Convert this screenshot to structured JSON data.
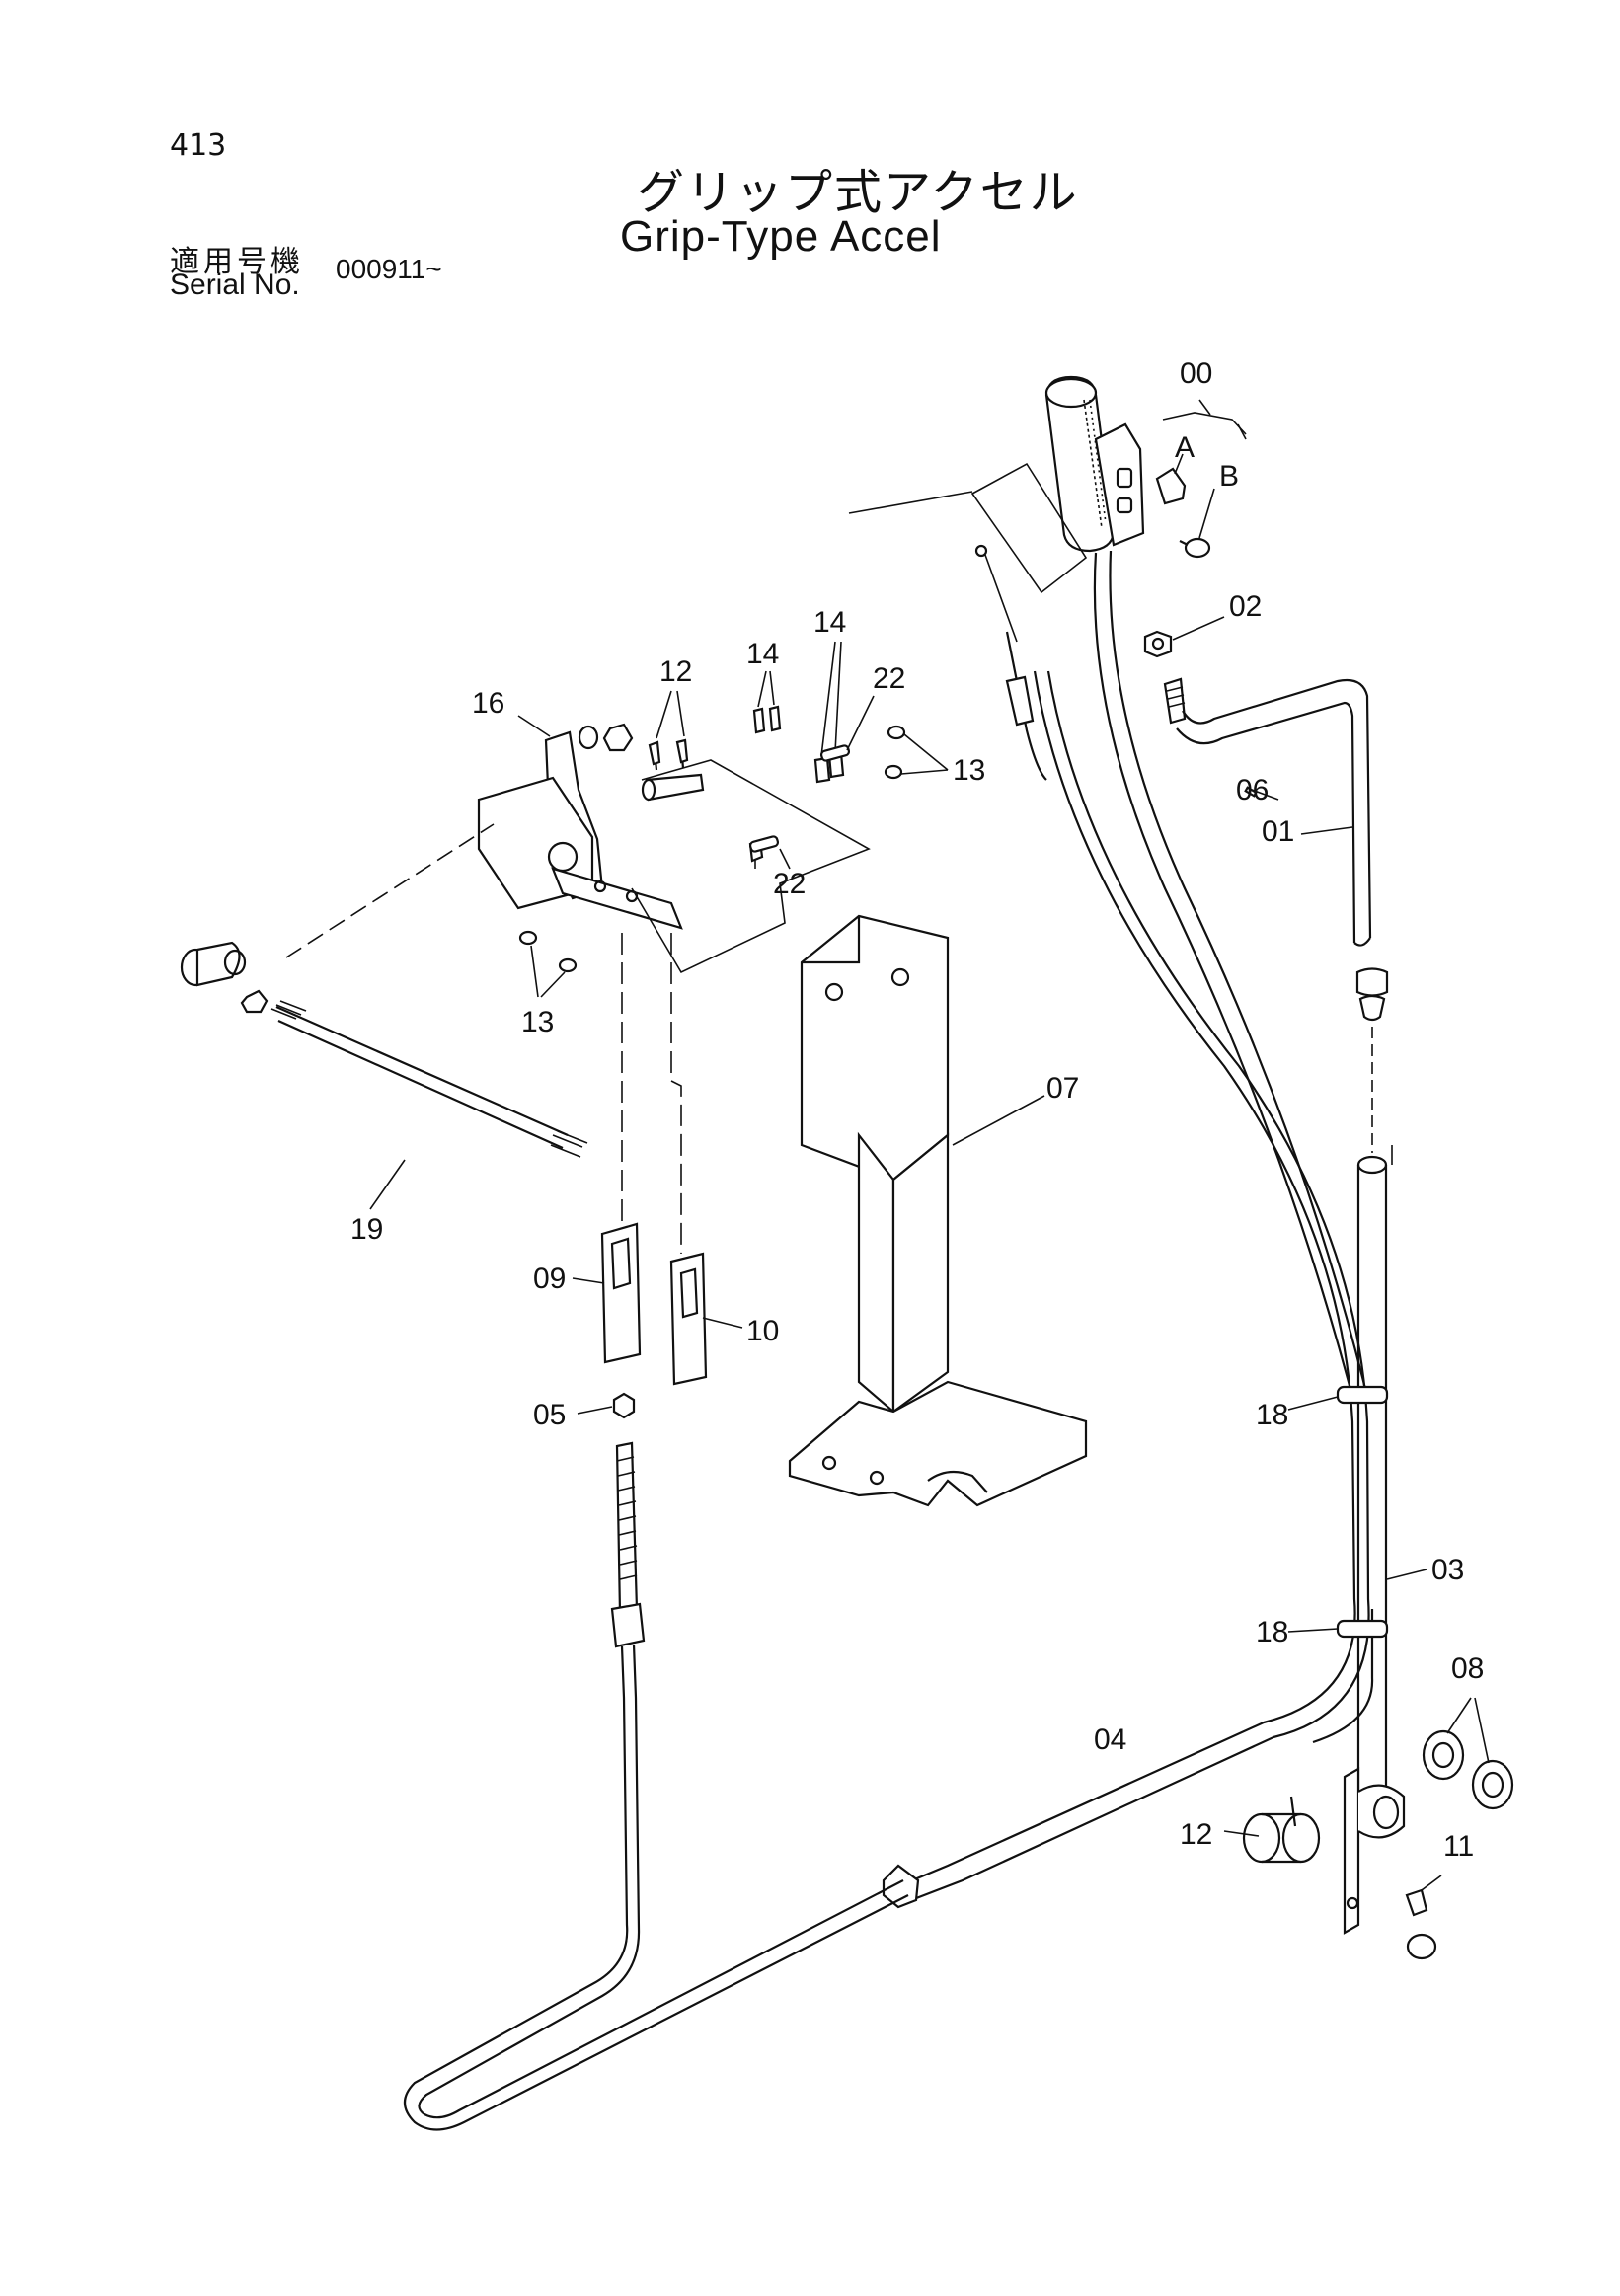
{
  "header": {
    "page_number": "413",
    "title_ja": "グリップ式アクセル",
    "title_en": "Grip-Type Accel",
    "serial_label_ja": "適用号機",
    "serial_label_en": "Serial No.",
    "serial_value": "000911~"
  },
  "callouts": {
    "c00": "00",
    "cA": "A",
    "cB": "B",
    "c02": "02",
    "c06": "06",
    "c01": "01",
    "c16": "16",
    "c12a": "12",
    "c14a": "14",
    "c14b": "14",
    "c22a": "22",
    "c13a": "13",
    "c22b": "22",
    "c13b": "13",
    "c19": "19",
    "c07": "07",
    "c09": "09",
    "c10": "10",
    "c05": "05",
    "c18a": "18",
    "c18b": "18",
    "c03": "03",
    "c08": "08",
    "c04": "04",
    "c12b": "12",
    "c11": "11"
  }
}
